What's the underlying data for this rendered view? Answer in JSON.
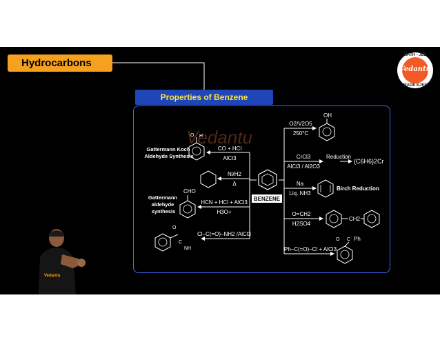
{
  "header": {
    "title": "Hydrocarbons"
  },
  "section": {
    "title": "Properties of Benzene"
  },
  "logo": {
    "top_text": "MATH - JEE",
    "word": "Vedantu",
    "bottom_text": "MADE EJEE"
  },
  "watermark": "Vedantu",
  "center": {
    "label": "BENZENE"
  },
  "left_reactions": [
    {
      "name": "Gattermann Koch Aldehyde Synthesis",
      "reagent_top": "CO + HCl",
      "reagent_bottom": "AlCl3",
      "product": "benzaldehyde (C=O, H)"
    },
    {
      "name": "",
      "reagent_top": "Ni/H2",
      "reagent_bottom": "Δ",
      "product": "cyclohexane"
    },
    {
      "name": "Gattermann aldehyde synthesis",
      "reagent_top": "HCN + HCl + AlCl3",
      "reagent_bottom": "H3O+",
      "product": "CHO"
    },
    {
      "name": "",
      "reagent_top": "Cl–C(=O)–NH2 /AlCl3",
      "reagent_bottom": "",
      "product": "C(=O)NH2"
    }
  ],
  "right_reactions": [
    {
      "reagent_top": "O2/V2O5",
      "reagent_bottom": "250°C",
      "product": "OH"
    },
    {
      "reagent_top": "CrCl3",
      "reagent_bottom": "AlCl3 / Al2O3",
      "middle": "Reduction",
      "product": "(C6H6)2Cr"
    },
    {
      "reagent_top": "Na",
      "reagent_bottom": "Liq. NH3",
      "product": "Birch Reduction"
    },
    {
      "reagent_top": "O=CH2",
      "reagent_bottom": "H2SO4",
      "product": "CH2"
    },
    {
      "reagent_top": "Ph–C(=O)–Cl + AlCl3",
      "reagent_bottom": "",
      "product": "Ph"
    }
  ],
  "presenter": {
    "shirt_text": "Vedantu"
  }
}
